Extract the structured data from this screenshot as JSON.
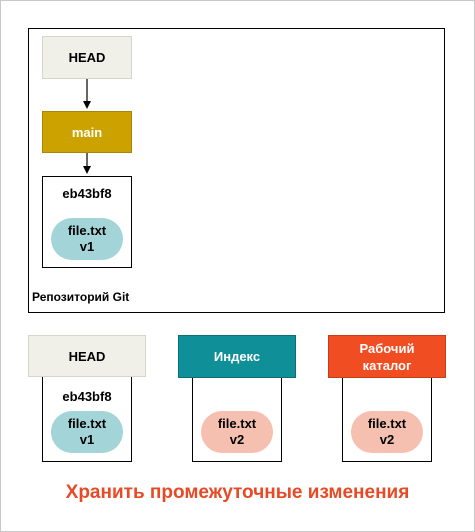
{
  "repository": {
    "head_label": "HEAD",
    "branch_label": "main",
    "commit_id": "eb43bf8",
    "file_name": "file.txt",
    "file_version": "v1",
    "repo_label": "Репозиторий Git"
  },
  "head_area": {
    "head_label": "HEAD",
    "commit_id": "eb43bf8",
    "file_name": "file.txt",
    "file_version": "v1"
  },
  "index_area": {
    "label": "Индекс",
    "file_name": "file.txt",
    "file_version": "v2"
  },
  "workdir_area": {
    "label_line1": "Рабочий",
    "label_line2": "каталог",
    "file_name": "file.txt",
    "file_version": "v2"
  },
  "caption": "Хранить промежуточные изменения",
  "colors": {
    "head": "#f0efe8",
    "branch": "#cca200",
    "index": "#0f9099",
    "workdir": "#f04d22",
    "file_committed": "#a3d4d8",
    "file_changed": "#f6c0b1",
    "caption": "#e84a25"
  }
}
